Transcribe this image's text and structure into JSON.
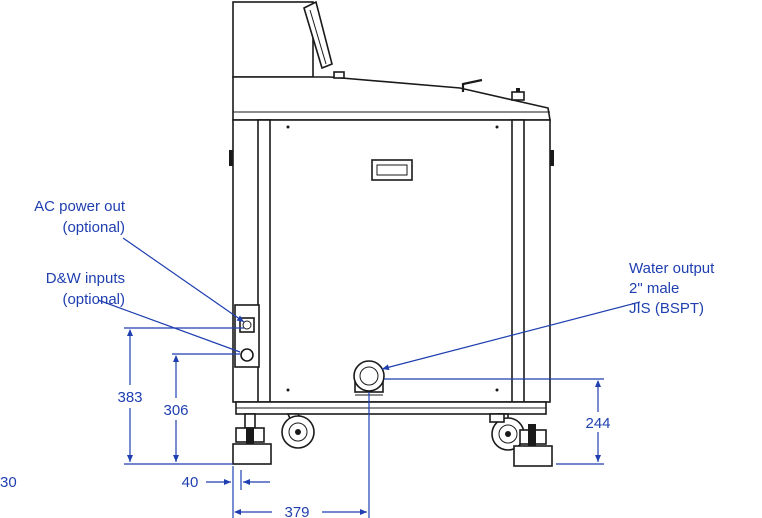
{
  "labels": {
    "ac_power_line1": "AC power out",
    "ac_power_line2": "(optional)",
    "dw_inputs_line1": "D&W inputs",
    "dw_inputs_line2": "(optional)",
    "water_output_line1": "Water output",
    "water_output_line2": "2\" male",
    "water_output_line3": "JIS (BSPT)"
  },
  "dimensions": {
    "d383": "383",
    "d306": "306",
    "d244": "244",
    "d30": "30",
    "d40": "40",
    "d379": "379"
  },
  "colors": {
    "annotation": "#1f3fb0",
    "line": "#1a1a1a",
    "background": "#ffffff"
  }
}
